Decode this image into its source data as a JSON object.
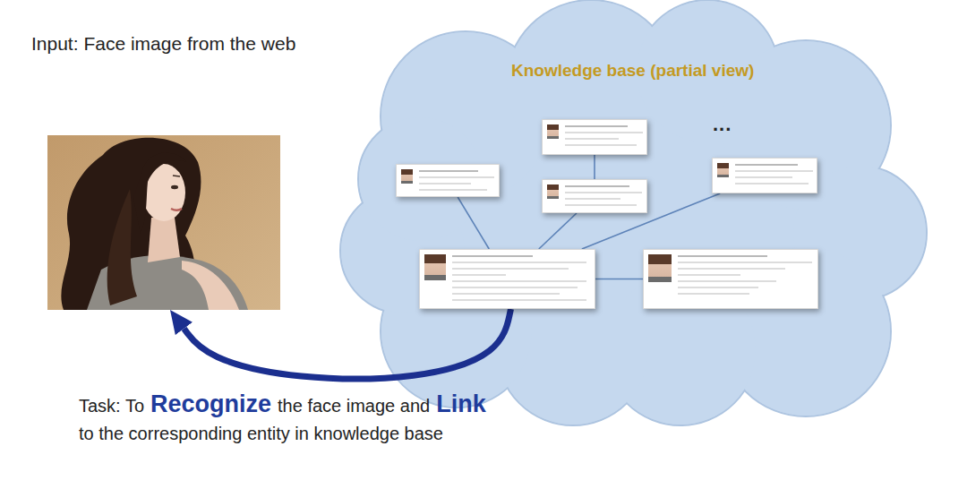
{
  "diagram": {
    "nodes": [
      {
        "text": [
          "Input: Face image from the web"
        ]
      },
      {
        "text": [
          "Knowledge base (partial view)"
        ]
      },
      {
        "text": [],
        "in": 1
      },
      {
        "text": [],
        "in": 1
      },
      {
        "text": [],
        "in": 1
      },
      {
        "text": [],
        "in": 1
      },
      {
        "text": [],
        "in": 1
      },
      {
        "text": [],
        "in": 1
      }
    ],
    "edges": [
      {
        "from": 2,
        "to": 4,
        "arrow": "none"
      },
      {
        "from": 6,
        "to": 3,
        "arrow": "none"
      },
      {
        "from": 6,
        "to": 4,
        "arrow": "none"
      },
      {
        "from": 6,
        "to": 5,
        "arrow": "none"
      },
      {
        "from": 6,
        "to": 7,
        "arrow": "none"
      },
      {
        "from": 6,
        "to": 0,
        "arrow": "to"
      }
    ],
    "labels": [
      "...",
      "Task: To",
      "Recognize",
      "the face image and",
      "Link",
      "to the corresponding entity in knowledge base"
    ]
  }
}
